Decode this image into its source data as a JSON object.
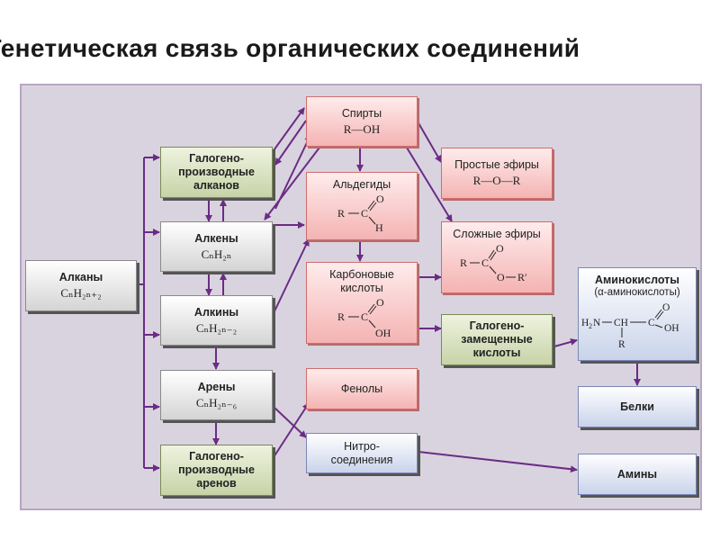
{
  "title": "Генетическая связь органических соединений",
  "colors": {
    "arrow": "#6b2c84",
    "panel": "#d9d3df"
  },
  "nodes": {
    "alkany": {
      "label": "Алканы",
      "formula": "CₙH₂ₙ₊₂"
    },
    "galo_alk": {
      "label": "Галогено-\nпроизводные\nалканов"
    },
    "alkeny": {
      "label": "Алкены",
      "formula": "CₙH₂ₙ"
    },
    "alkiny": {
      "label": "Алкины",
      "formula": "CₙH₂ₙ₋₂"
    },
    "areny": {
      "label": "Арены",
      "formula": "CₙH₂ₙ₋₆"
    },
    "galo_ar": {
      "label": "Галогено-\nпроизводные\nаренов"
    },
    "spirty": {
      "label": "Спирты",
      "formula": "R—OH"
    },
    "aldegidy": {
      "label": "Альдегиды"
    },
    "karbon": {
      "label": "Карбоновые\nкислоты"
    },
    "fenoly": {
      "label": "Фенолы"
    },
    "nitro": {
      "label": "Нитро-\nсоединения"
    },
    "prostye": {
      "label": "Простые эфиры",
      "formula": "R—O—R"
    },
    "slozhnye": {
      "label": "Сложные эфиры"
    },
    "galo_kisl": {
      "label": "Галогено-\nзамещенные\nкислоты"
    },
    "amino": {
      "label": "Аминокислоты",
      "sublabel": "(α-аминокислоты)"
    },
    "belki": {
      "label": "Белки"
    },
    "aminy": {
      "label": "Амины"
    }
  }
}
